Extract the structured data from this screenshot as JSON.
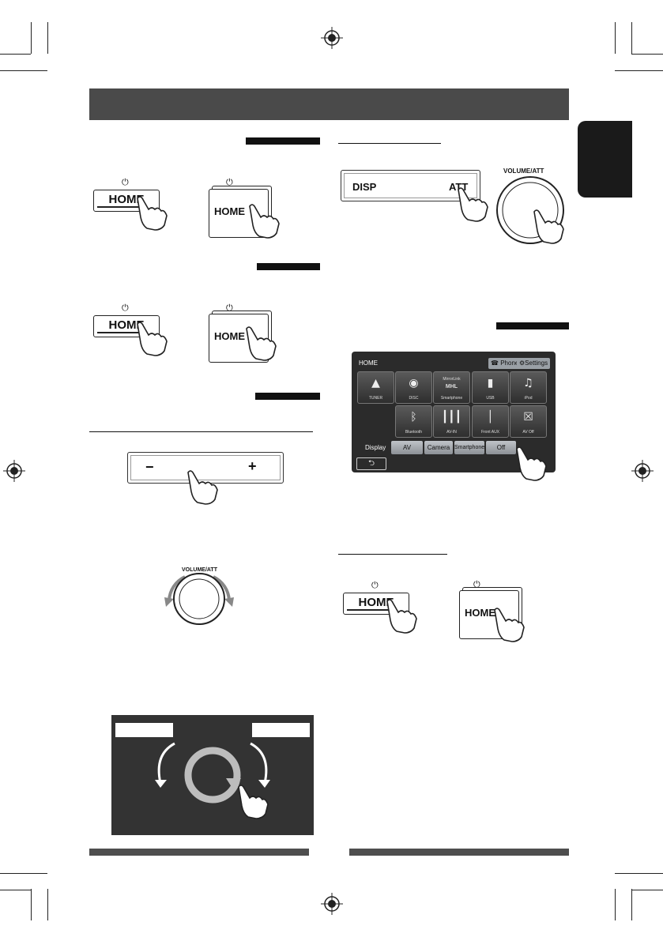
{
  "page": {
    "language_tab": ""
  },
  "buttons": {
    "home_label": "HOME",
    "power_symbol": "⏻"
  },
  "volume_panel": {
    "minus": "−",
    "plus": "+"
  },
  "att_panel": {
    "disp": "DISP",
    "att": "ATT"
  },
  "knob": {
    "label": "VOLUME/ATT"
  },
  "home_screen": {
    "title": "HOME",
    "phone": "Phone",
    "settings": "Settings",
    "tiles_row1": [
      "TUNER",
      "DISC",
      "Smartphone",
      "USB",
      "iPod"
    ],
    "mirror_link": "MirrorLink",
    "mhl": "MHL",
    "tiles_row2": [
      "Bluetooth",
      "AV-IN",
      "Front AUX",
      "AV Off"
    ],
    "display_label": "Display",
    "display_options": [
      "AV",
      "Camera",
      "Smartphone",
      "Off"
    ],
    "back_symbol": "⮌"
  },
  "colors": {
    "header_bar": "#4a4a4a",
    "screen_bg": "#2b2b2b",
    "dark_box": "#333333"
  },
  "icons": [
    "power-icon",
    "hand-pointer-icon",
    "registration-mark-icon",
    "rotate-arrow-icon",
    "back-icon",
    "gear-icon",
    "phone-icon"
  ]
}
